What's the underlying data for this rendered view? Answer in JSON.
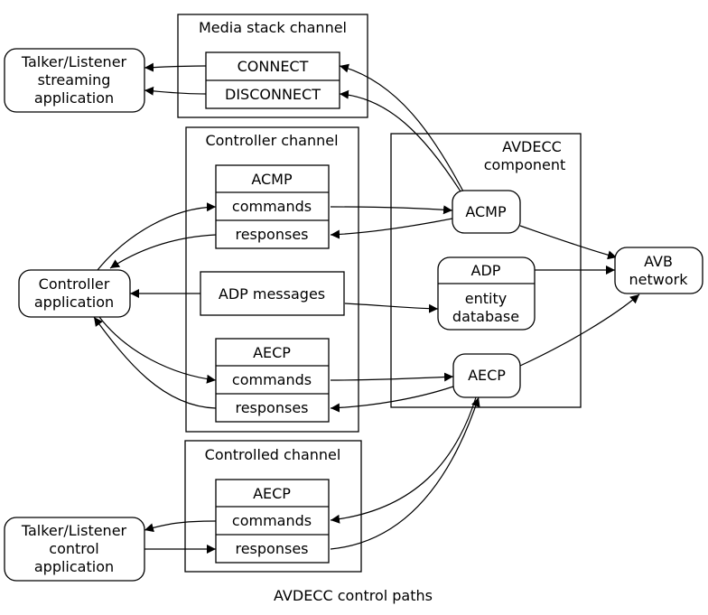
{
  "caption": "AVDECC control paths",
  "clusters": {
    "media_stack": "Media stack channel",
    "controller": "Controller channel",
    "avdecc": [
      "AVDECC",
      "component"
    ],
    "controlled": "Controlled channel"
  },
  "nodes": {
    "talker_streaming": [
      "Talker/Listener",
      "streaming",
      "application"
    ],
    "controller_app": [
      "Controller",
      "application"
    ],
    "talker_control": [
      "Talker/Listener",
      "control",
      "application"
    ],
    "avb_network": [
      "AVB",
      "network"
    ],
    "acmp_comp": "ACMP",
    "aecp_comp": "AECP",
    "adp_comp": {
      "title": "ADP",
      "body": [
        "entity",
        "database"
      ]
    }
  },
  "records": {
    "media": {
      "connect": "CONNECT",
      "disconnect": "DISCONNECT"
    },
    "ctrl_acmp": {
      "title": "ACMP",
      "commands": "commands",
      "responses": "responses"
    },
    "adp_messages": "ADP messages",
    "ctrl_aecp": {
      "title": "AECP",
      "commands": "commands",
      "responses": "responses"
    },
    "controlled_aecp": {
      "title": "AECP",
      "commands": "commands",
      "responses": "responses"
    }
  }
}
